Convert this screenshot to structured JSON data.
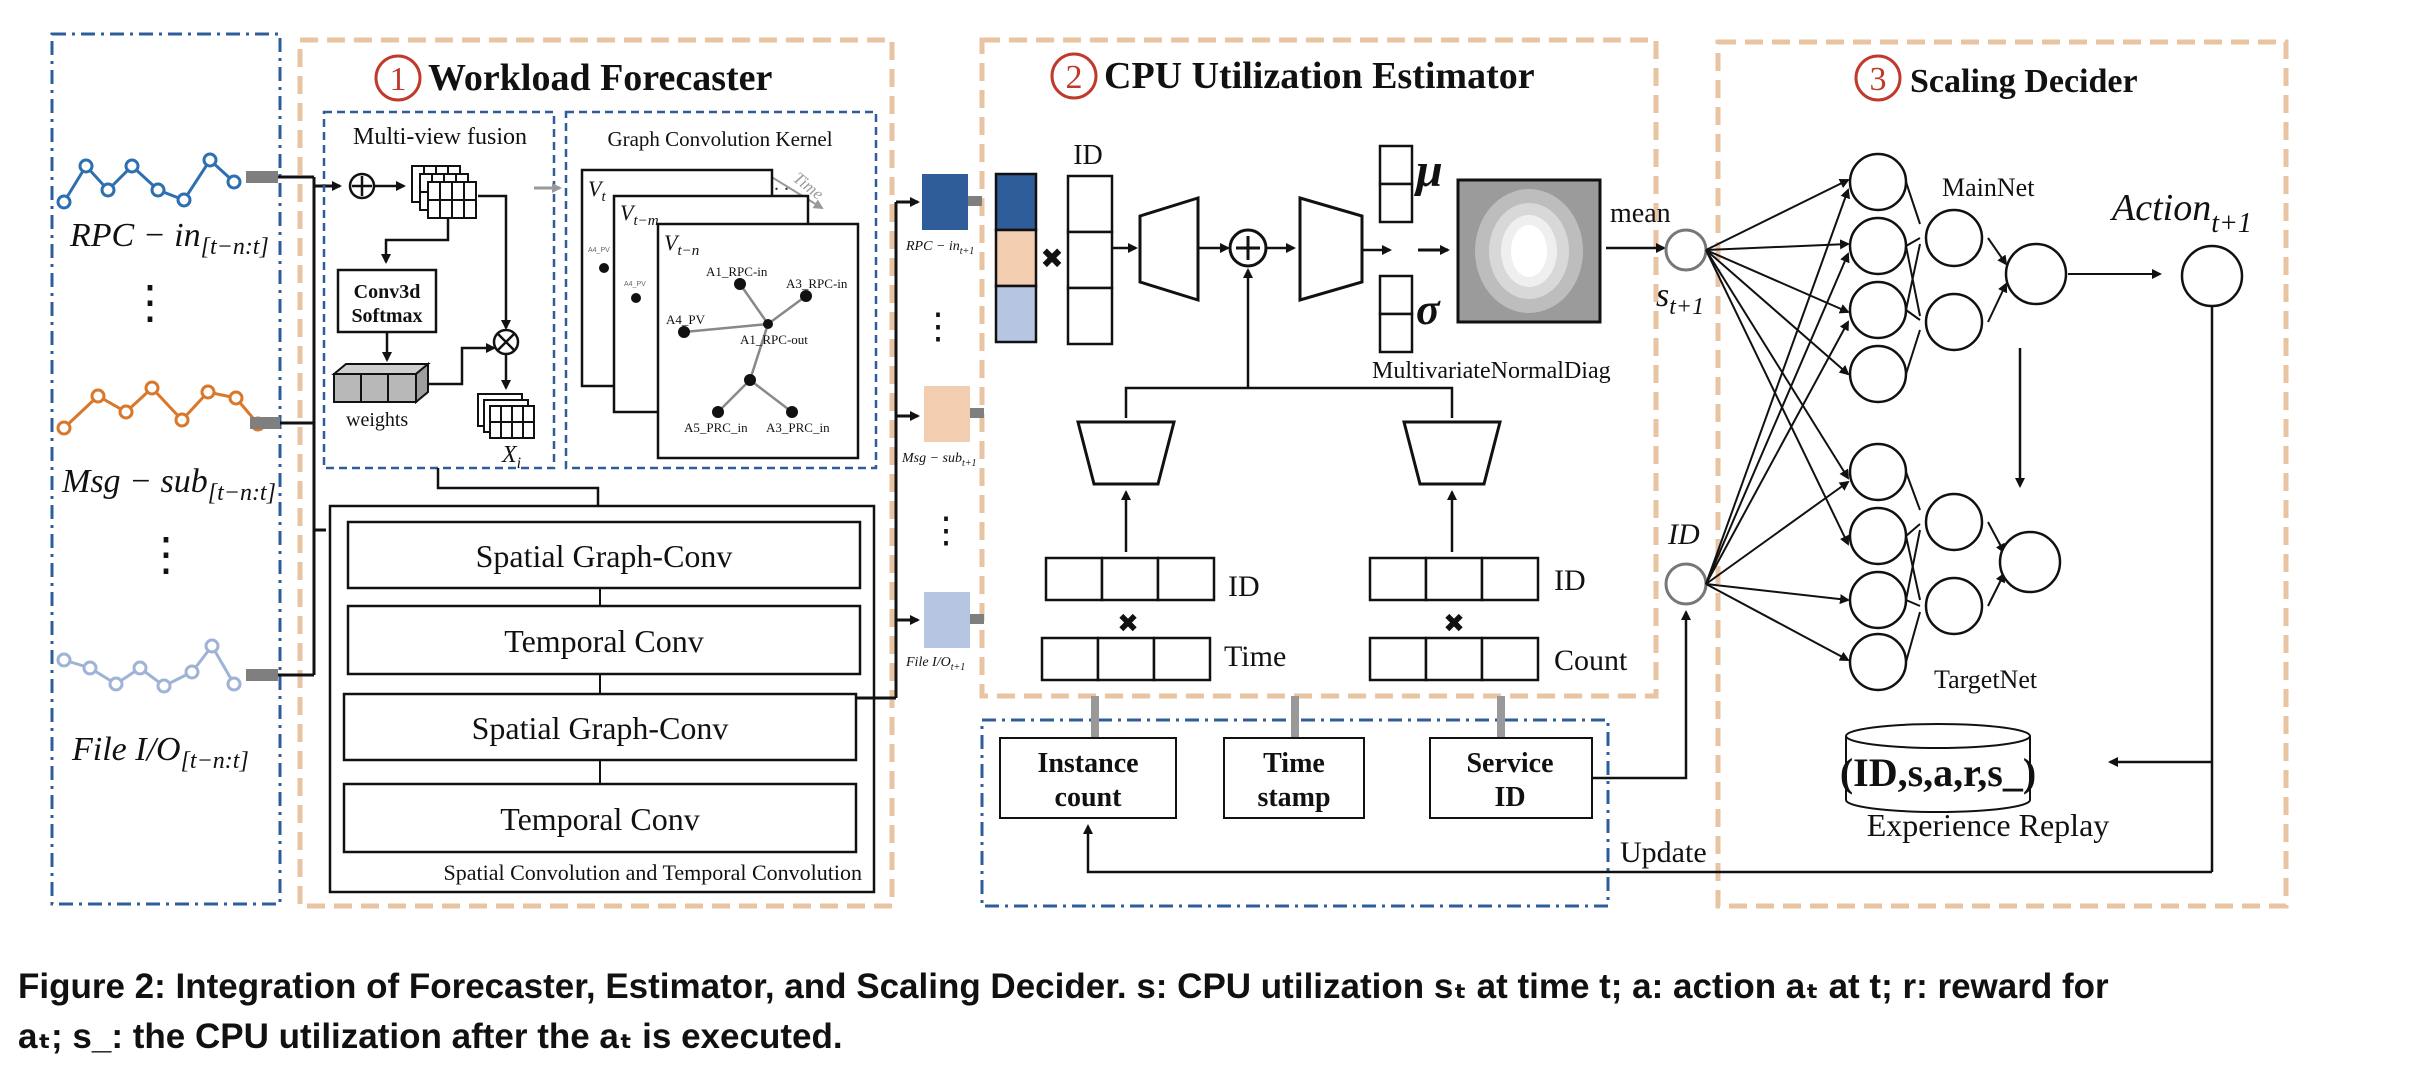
{
  "colors": {
    "blue_dash": "#2f5d9a",
    "orange_dash": "#e8c4a3",
    "red_circle": "#c0392b",
    "series_rpc": "#2e6fb0",
    "series_msg": "#d9772b",
    "series_file": "#9fb3d6",
    "gray_marker": "#7f7f7f",
    "block_blue": "#2f5d9a",
    "block_peach": "#f2cdb0",
    "block_lavender": "#b6c6e2"
  },
  "inputs": {
    "rpc_label": "RPC − in",
    "rpc_sub": "[t−n:t]",
    "msg_label": "Msg − sub",
    "msg_sub": "[t−n:t]",
    "file_label": "File I/O",
    "file_sub": "[t−n:t]",
    "dots": "⋮"
  },
  "forecaster": {
    "number": "1",
    "title": "Workload Forecaster",
    "multiview_title": "Multi-view fusion",
    "conv3d_line1": "Conv3d",
    "conv3d_line2": "Softmax",
    "weights_label": "weights",
    "xi_label": "X",
    "xi_sub": "i",
    "gck_title": "Graph Convolution Kernel",
    "time_label": "Time",
    "vt_label": "V",
    "vt_sub": "t",
    "vtm_label": "V",
    "vtm_sub": "t−m",
    "vtn_label": "V",
    "vtn_sub": "t−n",
    "graph_nodes": [
      "A1_RPC-in",
      "A3_RPC-in",
      "A4_PV",
      "A1_RPC-out",
      "A5_PRC_in",
      "A3_PRC_in"
    ],
    "ghost_label": "A4_PV",
    "stack": [
      "Spatial Graph-Conv",
      "Temporal Conv",
      "Spatial Graph-Conv",
      "Temporal Conv"
    ],
    "stack_caption": "Spatial Convolution and Temporal Convolution"
  },
  "outputs": {
    "rpc_label": "RPC − in",
    "rpc_sub": "t+1",
    "msg_label": "Msg − sub",
    "msg_sub": "t+1",
    "file_label": "File I/O",
    "file_sub": "t+1"
  },
  "estimator": {
    "number": "2",
    "title": "CPU Utilization Estimator",
    "id_label": "ID",
    "mu": "μ",
    "sigma": "σ",
    "mnd_label": "MultivariateNormalDiag",
    "left_id": "ID",
    "left_time": "Time",
    "right_id": "ID",
    "right_count": "Count",
    "cross": "✖",
    "plus": "+"
  },
  "sources": {
    "instance_line1": "Instance",
    "instance_line2": "count",
    "time_line1": "Time",
    "time_line2": "stamp",
    "service_line1": "Service",
    "service_line2": "ID",
    "update_label": "Update"
  },
  "decider": {
    "number": "3",
    "title": "Scaling Decider",
    "mean_label": "mean",
    "s_label": "s",
    "s_sub": "t+1",
    "id_label": "ID",
    "mainnet_label": "MainNet",
    "targetnet_label": "TargetNet",
    "action_label": "Action",
    "action_sub": "t+1",
    "replay_tuple": "(ID,s,a,r,s_)",
    "replay_label": "Experience Replay"
  },
  "caption": {
    "line1": "Figure 2: Integration of Forecaster, Estimator, and Scaling Decider. s: CPU utilization sₜ at time t; a: action aₜ at t; r: reward for",
    "line2": "aₜ; s_: the CPU utilization after the aₜ is executed."
  }
}
